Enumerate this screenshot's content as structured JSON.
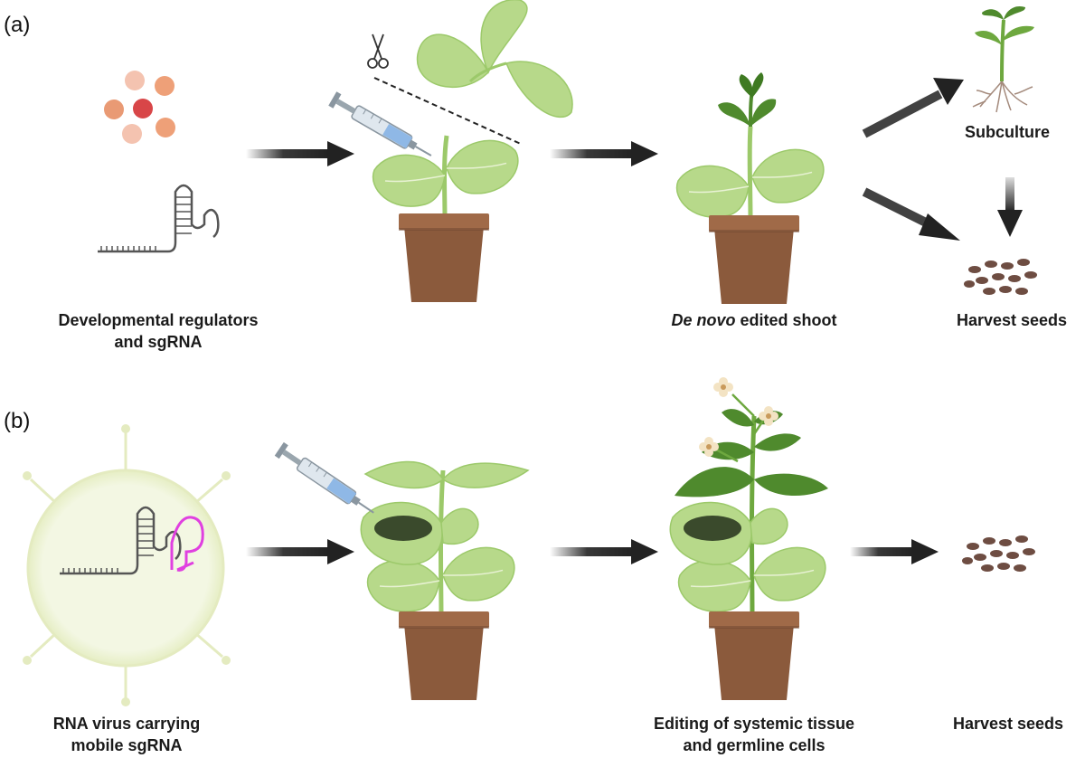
{
  "panels": {
    "a": {
      "tag": "(a)",
      "labels": {
        "reagents_line1": "Developmental regulators",
        "reagents_line2": "and sgRNA",
        "shoot_italic": "De novo",
        "shoot_rest": " edited shoot",
        "subculture": "Subculture",
        "harvest": "Harvest seeds"
      }
    },
    "b": {
      "tag": "(b)",
      "labels": {
        "virus_line1": "RNA virus carrying",
        "virus_line2": "mobile sgRNA",
        "editing_line1": "Editing of systemic tissue",
        "editing_line2": "and germline cells",
        "harvest": "Harvest seeds"
      }
    }
  },
  "colors": {
    "leaf_light": "#b7d98a",
    "leaf_mid": "#9cc96a",
    "leaf_dark": "#4f8a2d",
    "pot": "#8b5a3c",
    "pot_rim": "#a06a48",
    "arrow": "#222222",
    "sgrna_virus": "#e040e0",
    "virus_shell": "#eef3d6",
    "seed": "#6e4d42"
  }
}
